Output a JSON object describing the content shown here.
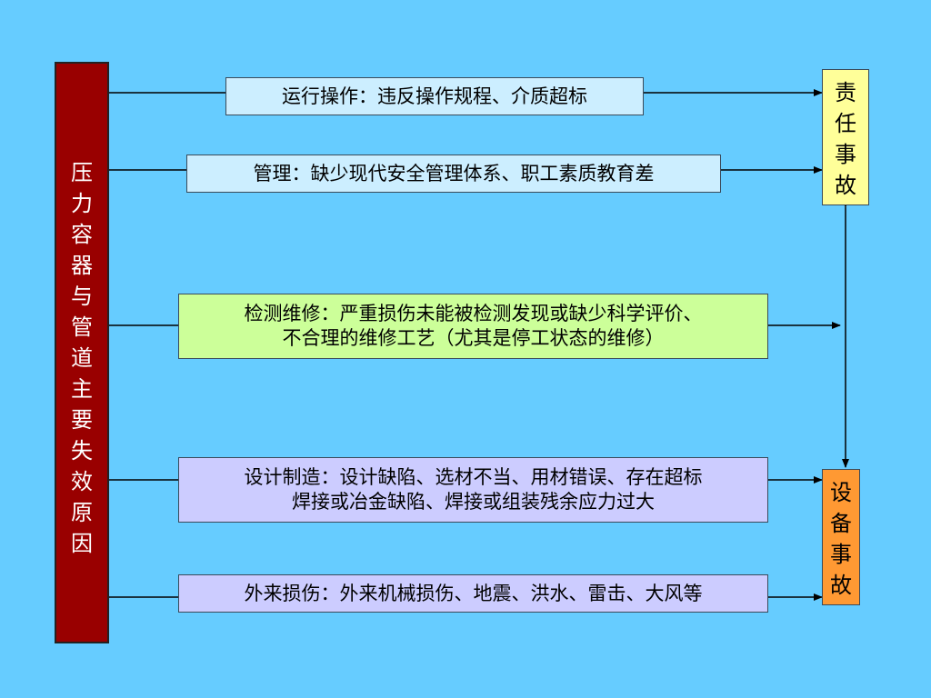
{
  "left_bar": {
    "label": "压力容器与管道主要失效原因"
  },
  "causes": [
    {
      "line1": "运行操作：违反操作规程、介质超标",
      "line2": ""
    },
    {
      "line1": "管理：缺少现代安全管理体系、职工素质教育差",
      "line2": ""
    },
    {
      "line1": "检测维修：严重损伤未能被检测发现或缺少科学评价、",
      "line2": "不合理的维修工艺（尤其是停工状态的维修）"
    },
    {
      "line1": "设计制造：设计缺陷、选材不当、用材错误、存在超标",
      "line2": "焊接或冶金缺陷、焊接或组装残余应力过大"
    },
    {
      "line1": "外来损伤：外来机械损伤、地震、洪水、雷击、大风等",
      "line2": ""
    }
  ],
  "outcomes": {
    "responsibility": "责任事故",
    "equipment": "设备事故"
  },
  "colors": {
    "background": "#66ccff",
    "left_bar": "#990000",
    "cause_light_blue": "#cceeff",
    "cause_green": "#ccff99",
    "cause_lavender": "#ccccff",
    "responsibility_box": "#ffff99",
    "equipment_box": "#ff9933"
  }
}
